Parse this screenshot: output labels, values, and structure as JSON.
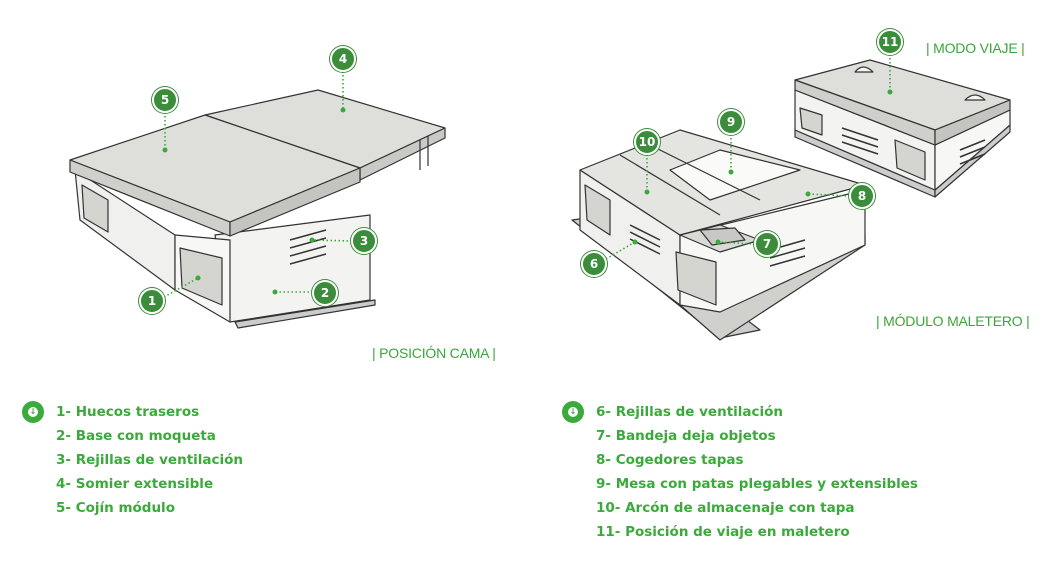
{
  "labels": {
    "bed_mode": "| POSICIÓN CAMA |",
    "trunk_module": "| MÓDULO MALETERO |",
    "travel_mode": "| MODO VIAJE |"
  },
  "badges": [
    "1",
    "2",
    "3",
    "4",
    "5",
    "6",
    "7",
    "8",
    "9",
    "10",
    "11"
  ],
  "legend_left": [
    "1- Huecos traseros",
    "2- Base con moqueta",
    "3- Rejillas de ventilación",
    "4- Somier extensible",
    "5- Cojín módulo"
  ],
  "legend_right": [
    "6- Rejillas de ventilación",
    "7- Bandeja deja objetos",
    "8- Cogedores tapas",
    "9- Mesa con patas plegables y extensibles",
    "10- Arcón de almacenaje con tapa",
    "11- Posición de viaje en maletero"
  ],
  "colors": {
    "accent": "#3aaa3a",
    "badge": "#3b8c3b",
    "line": "#333333",
    "fill": "#e6e6e3"
  }
}
